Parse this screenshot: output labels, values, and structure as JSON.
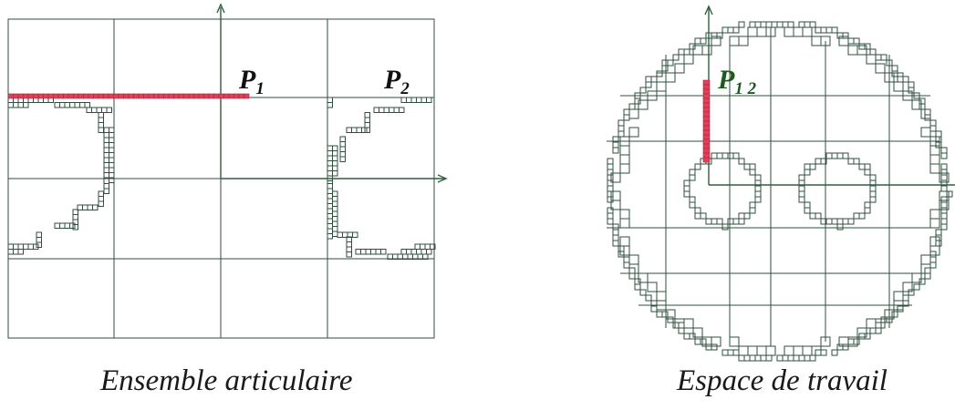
{
  "colors": {
    "grid": "#2f4f3f",
    "highlight": "#e0405a",
    "axis": "#2f5f3f",
    "label_left": "#111111",
    "label_right": "#1e5a1e"
  },
  "left_panel": {
    "caption": "Ensemble articulaire",
    "point_1": {
      "base": "P",
      "sub": "1"
    },
    "point_2": {
      "base": "P",
      "sub": "2"
    }
  },
  "right_panel": {
    "caption": "Espace de travail",
    "point_12": {
      "base": "P",
      "sub": "1 2"
    }
  }
}
